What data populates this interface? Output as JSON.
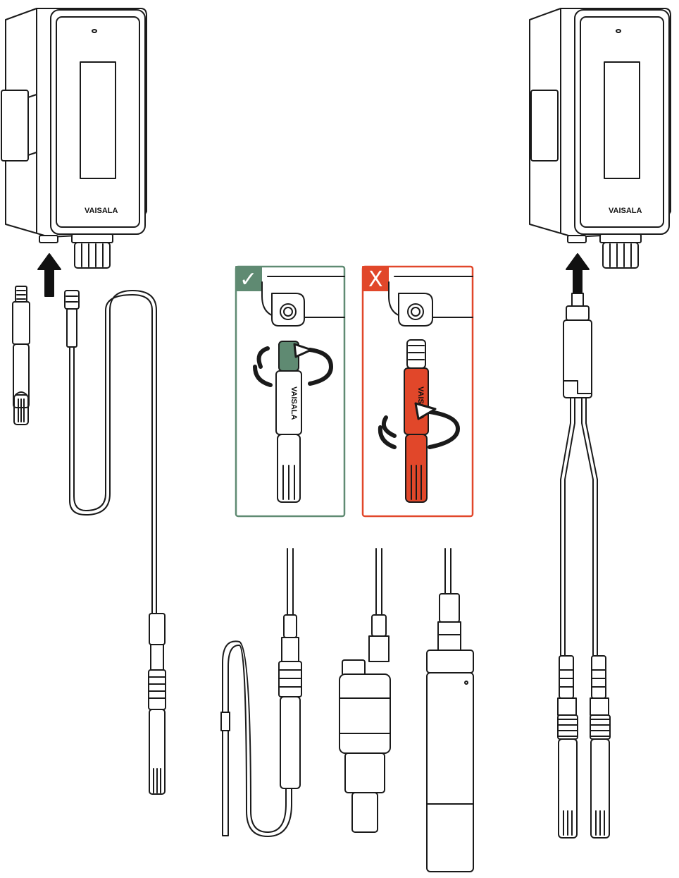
{
  "brand": {
    "left_logo": "VAISALA",
    "right_logo": "VAISALA",
    "probe_ok_text": "VAISALA",
    "probe_bad_text": "VAISALA"
  },
  "panels": {
    "correct": {
      "mark": "✓",
      "color": "#5f8a72"
    },
    "wrong": {
      "mark": "X",
      "color": "#e1472a"
    }
  },
  "colors": {
    "outline": "#1a1a1a",
    "arrow": "#111111",
    "probe_bad_fill": "#e1472a",
    "probe_ok_grip": "#5f8a72"
  },
  "icons": [
    "arrow-up-icon",
    "rotate-arrow-icon",
    "check-icon",
    "cross-icon"
  ]
}
